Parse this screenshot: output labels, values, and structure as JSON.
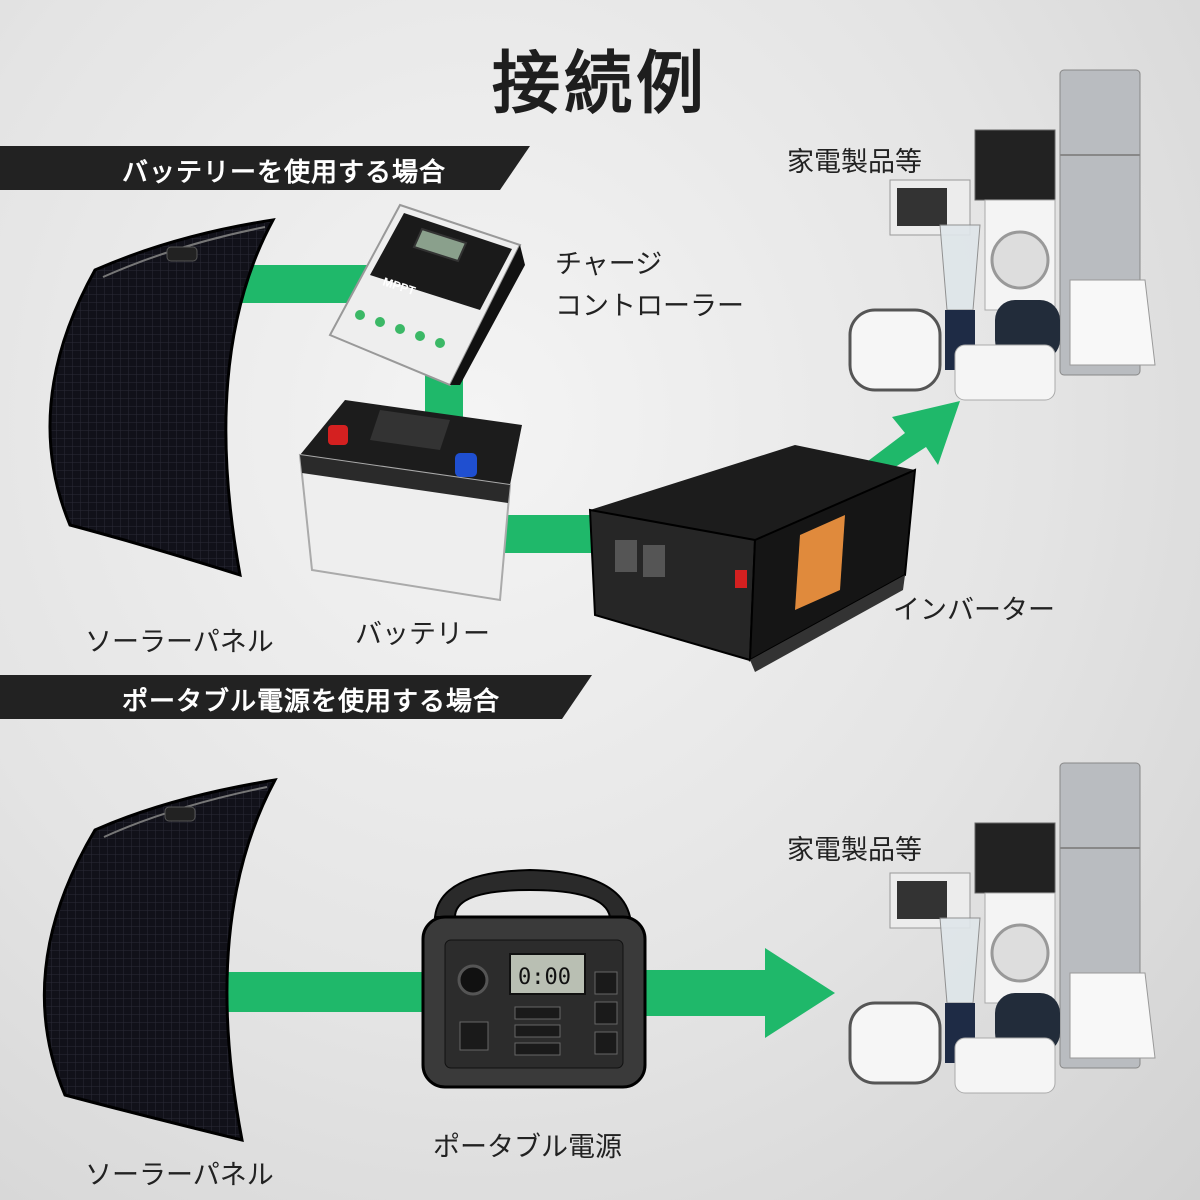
{
  "title": "接続例",
  "section1": {
    "banner": "バッテリーを使用する場合",
    "solar_label": "ソーラーパネル",
    "controller_label_line1": "チャージ",
    "controller_label_line2": "コントローラー",
    "battery_label": "バッテリー",
    "inverter_label": "インバーター",
    "appliances_label": "家電製品等",
    "controller_screen_text": "MPPT"
  },
  "section2": {
    "banner": "ポータブル電源を使用する場合",
    "solar_label": "ソーラーパネル",
    "power_station_label": "ポータブル電源",
    "appliances_label": "家電製品等",
    "power_station_display": "0:00"
  },
  "colors": {
    "arrow_green": "#1fb86a",
    "banner_bg": "#222222",
    "panel_black": "#101018"
  }
}
